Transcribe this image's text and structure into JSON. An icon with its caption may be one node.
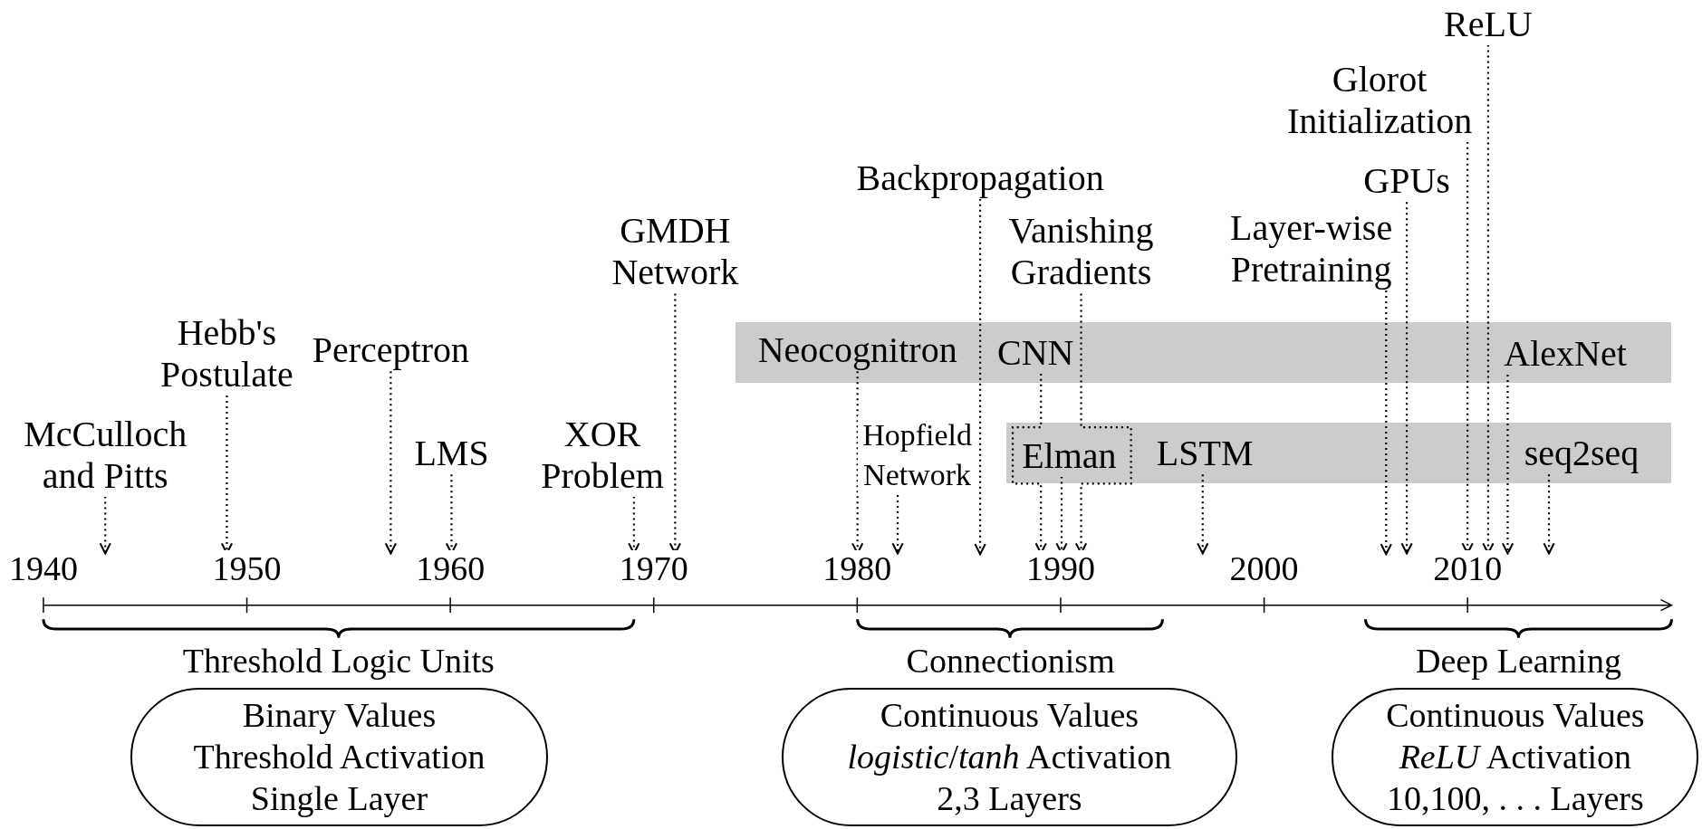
{
  "diagram": {
    "nodes": [
      {
        "text": [
          "McCulloch and Pitts"
        ]
      },
      {
        "text": [
          "Hebb's Postulate"
        ]
      },
      {
        "text": [
          "Perceptron"
        ]
      },
      {
        "text": [
          "LMS"
        ]
      },
      {
        "text": [
          "XOR Problem"
        ]
      },
      {
        "text": [
          "GMDH Network"
        ]
      },
      {
        "text": [
          "Backpropagation"
        ]
      },
      {
        "text": [
          "Vanishing Gradients"
        ]
      },
      {
        "text": [
          "Hopfield Network"
        ]
      },
      {
        "text": [
          "Layer-wise Pretraining"
        ]
      },
      {
        "text": [
          "GPUs"
        ]
      },
      {
        "text": [
          "Glorot Initialization"
        ]
      },
      {
        "text": [
          "ReLU"
        ]
      },
      {
        "text": [],
        "shape": "bar"
      },
      {
        "text": [
          "Neocognitron"
        ],
        "in": 13
      },
      {
        "text": [
          "CNN"
        ],
        "in": 13
      },
      {
        "text": [
          "AlexNet"
        ],
        "in": 13
      },
      {
        "text": [],
        "shape": "bar"
      },
      {
        "text": [
          "Elman"
        ],
        "in": 17
      },
      {
        "text": [
          "LSTM"
        ],
        "in": 17
      },
      {
        "text": [
          "seq2seq"
        ],
        "in": 17
      },
      {
        "text": [
          "Binary Values",
          "Threshold Activation",
          "Single Layer"
        ],
        "beside": [
          "Threshold Logic Units"
        ]
      },
      {
        "text": [
          "Continuous Values",
          "*logistic*/*tanh* Activation",
          "2,3 Layers"
        ],
        "beside": [
          "Connectionism"
        ]
      },
      {
        "text": [
          "Continuous Values",
          "*ReLU* Activation",
          "10,100, . . . Layers"
        ],
        "beside": [
          "Deep Learning"
        ]
      },
      {
        "text": [
          "1940"
        ]
      },
      {
        "text": [
          "1950"
        ]
      },
      {
        "text": [
          "1960"
        ]
      },
      {
        "text": [
          "1970"
        ]
      },
      {
        "text": [
          "1980"
        ]
      },
      {
        "text": [
          "1990"
        ]
      },
      {
        "text": [
          "2000"
        ]
      },
      {
        "text": [
          "2010"
        ]
      }
    ],
    "edges": [
      {
        "from": 0,
        "to": 24,
        "arrow": "to"
      },
      {
        "from": 1,
        "to": 25,
        "arrow": "to"
      },
      {
        "from": 2,
        "to": 26,
        "arrow": "to"
      },
      {
        "from": 3,
        "to": 26,
        "arrow": "to"
      },
      {
        "from": 4,
        "to": 27,
        "arrow": "to"
      },
      {
        "from": 5,
        "to": 27,
        "arrow": "to"
      },
      {
        "from": 6,
        "to": null,
        "arrow": "to"
      },
      {
        "from": 7,
        "to": 29,
        "arrow": "to"
      },
      {
        "from": 8,
        "to": 28,
        "arrow": "to"
      },
      {
        "from": 9,
        "to": null,
        "arrow": "to"
      },
      {
        "from": 10,
        "to": 31,
        "arrow": "to"
      },
      {
        "from": 11,
        "to": 31,
        "arrow": "to"
      },
      {
        "from": 12,
        "to": 31,
        "arrow": "to"
      },
      {
        "from": 14,
        "to": 28,
        "arrow": "to"
      },
      {
        "from": 15,
        "to": 29,
        "arrow": "to"
      },
      {
        "from": 16,
        "to": 31,
        "arrow": "to"
      },
      {
        "from": 18,
        "to": 29,
        "arrow": "to"
      },
      {
        "from": 19,
        "to": 30,
        "arrow": "to"
      },
      {
        "from": 20,
        "to": 31,
        "arrow": "to"
      }
    ]
  }
}
